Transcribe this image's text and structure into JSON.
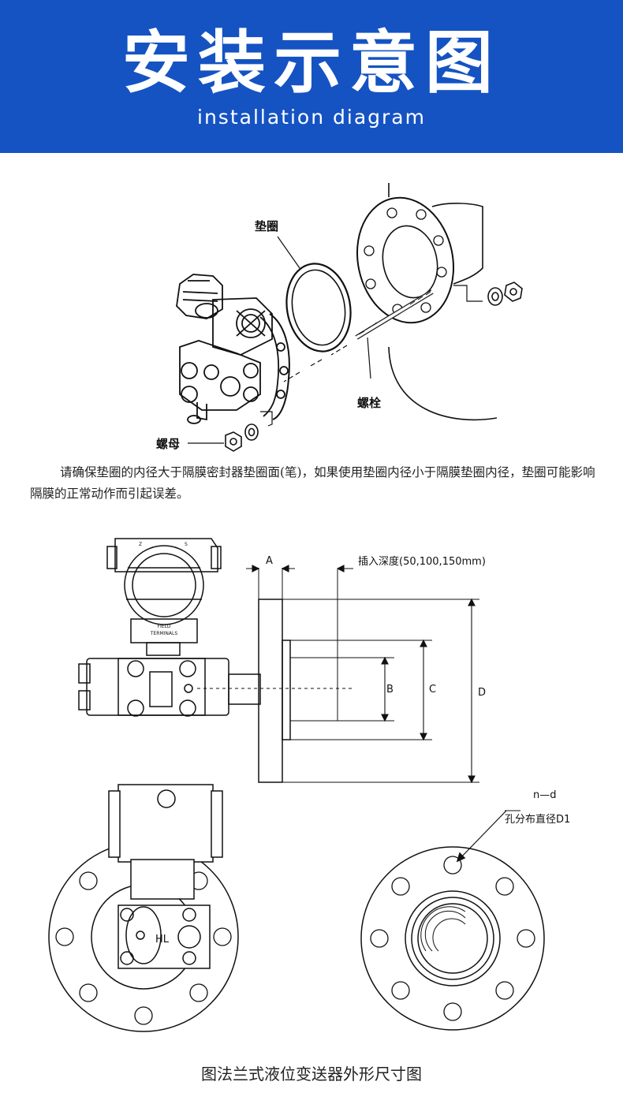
{
  "header": {
    "title": "安装示意图",
    "subtitle": "installation diagram",
    "bg_color": "#1553c3"
  },
  "install_figure": {
    "gasket_label": "垫圈",
    "bolt_label": "螺栓",
    "nut_label": "螺母"
  },
  "note": "请确保垫圈的内径大于隔膜密封器垫圈面(笔)，如果使用垫圈内径小于隔膜垫圈内径，垫圈可能影响隔膜的正常动作而引起误差。",
  "dimension_figure": {
    "label_a": "A",
    "insert_depth": "插入深度(50,100,150mm)",
    "label_b": "B",
    "label_c": "C",
    "label_d": "D",
    "label_z": "Z",
    "label_s": "S",
    "field_terminals_1": "FIELD",
    "field_terminals_2": "TERMINALS",
    "label_hl": "HL",
    "label_nd": "n—d",
    "bolt_circle": "孔分布直径D1"
  },
  "caption": "图法兰式液位变送器外形尺寸图"
}
